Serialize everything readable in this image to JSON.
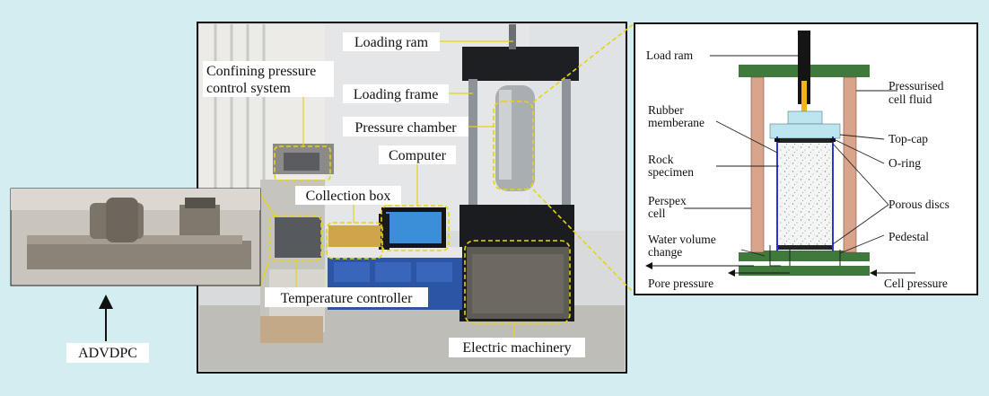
{
  "photo_labels": {
    "loading_ram": "Loading ram",
    "confining_pressure_line1": "Confining pressure",
    "confining_pressure_line2": "control system",
    "loading_frame": "Loading frame",
    "pressure_chamber": "Pressure chamber",
    "computer": "Computer",
    "collection_box": "Collection box",
    "temperature_controller": "Temperature controller",
    "electric_machinery": "Electric machinery"
  },
  "inset_label": "ADVDPC",
  "schematic_labels": {
    "load_ram": "Load ram",
    "pressurised_line1": "Pressurised",
    "pressurised_line2": "cell fluid",
    "rubber_line1": "Rubber",
    "rubber_line2": "memberane",
    "top_cap": "Top-cap",
    "rock_line1": "Rock",
    "rock_line2": "specimen",
    "o_ring": "O-ring",
    "perspex_line1": "Perspex",
    "perspex_line2": "cell",
    "porous_discs": "Porous discs",
    "water_line1": "Water volume",
    "water_line2": "change",
    "pedestal": "Pedestal",
    "pore_pressure": "Pore pressure",
    "cell_pressure": "Cell pressure"
  },
  "colors": {
    "background": "#d4edf0",
    "callout_dashed": "#e6d60a",
    "cell_wall": "#d8a58c",
    "cap_plates": "#3f7a3c",
    "top_cap": "#bde5ef",
    "membrane": "#2a35d8",
    "load_arrow": "#f2b418"
  }
}
